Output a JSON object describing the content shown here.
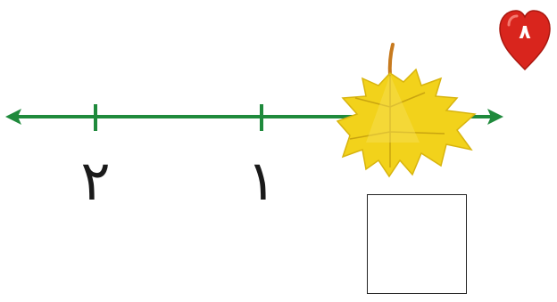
{
  "number_line": {
    "color": "#1f8a3c",
    "ticks": [
      {
        "value": 2,
        "label": "٢"
      },
      {
        "value": 1,
        "label": "١"
      }
    ],
    "hidden_position_label": ""
  },
  "answer_box": {
    "value": ""
  },
  "page_badge": {
    "number": "٨",
    "color": "#d9251d"
  },
  "leaf": {
    "icon": "maple-leaf-icon",
    "color": "#f2d21b"
  }
}
